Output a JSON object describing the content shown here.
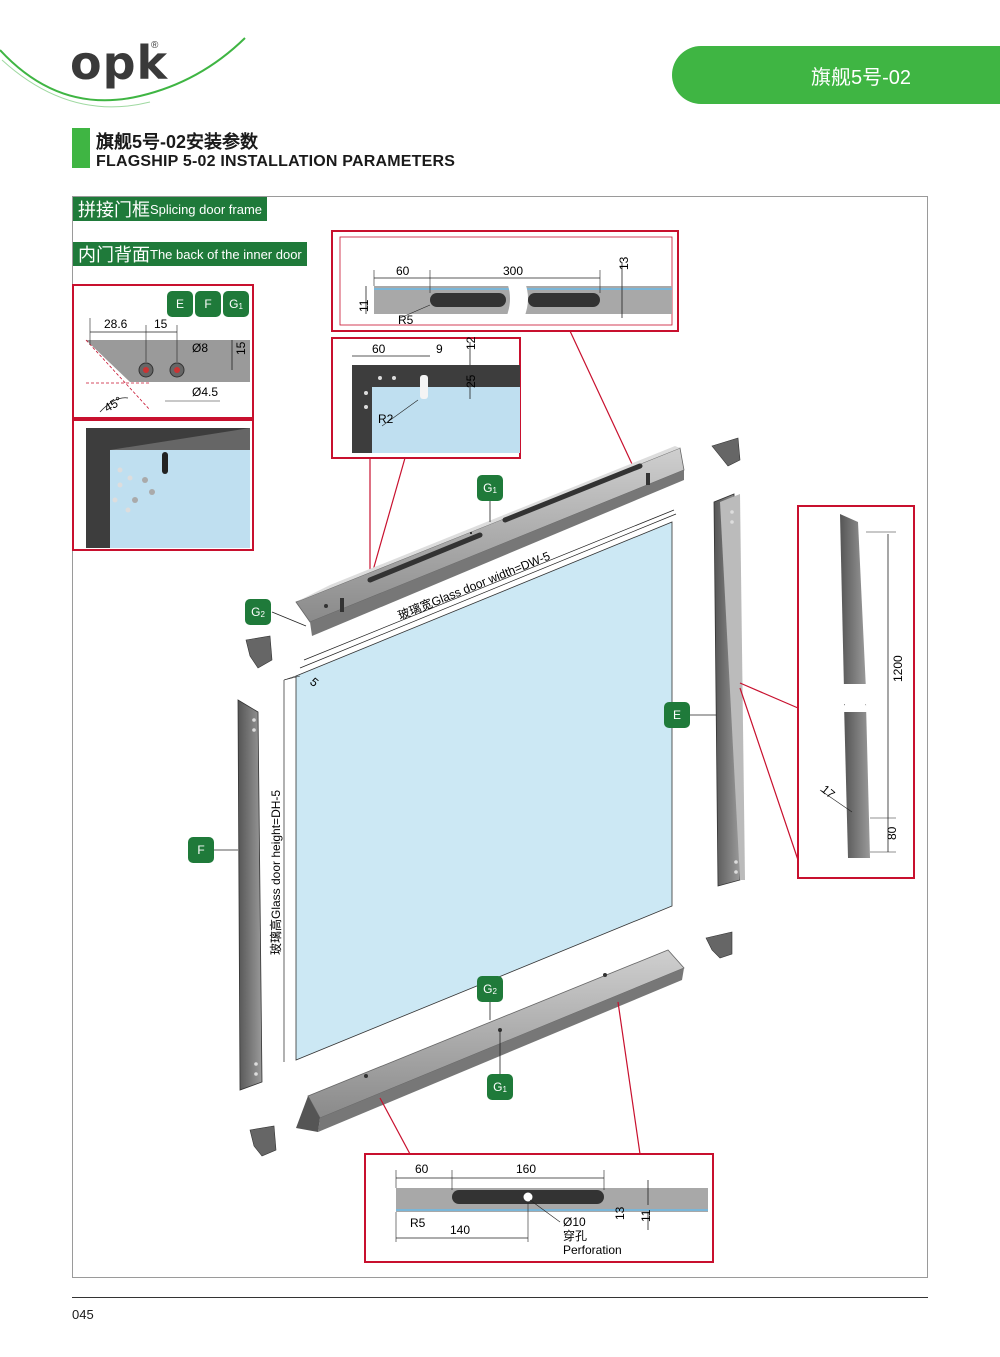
{
  "header": {
    "logo_text": "opk",
    "logo_registered": "®",
    "model_tab": "旗舰5号-02"
  },
  "title": {
    "cn": "旗舰5号-02安装参数",
    "en": "FLAGSHIP 5-02 INSTALLATION PARAMETERS"
  },
  "labels": {
    "splicing_cn": "拼接门框",
    "splicing_en": "Splicing door frame",
    "inner_cn": "内门背面",
    "inner_en": "The back of the inner door"
  },
  "tags": {
    "E": "E",
    "F": "F",
    "G": "G",
    "sub1": "1",
    "sub2": "2"
  },
  "dims": {
    "corner_28_6": "28.6",
    "corner_15_h": "15",
    "corner_15_v": "15",
    "corner_d8": "Ø8",
    "corner_d4_5": "Ø4.5",
    "corner_45": "45°",
    "top_60": "60",
    "top_300": "300",
    "top_13": "13",
    "top_11": "11",
    "top_r5": "R5",
    "mid_60": "60",
    "mid_9": "9",
    "mid_12": "12",
    "mid_25": "25",
    "mid_r2": "R2",
    "right_1200": "1200",
    "right_17": "17",
    "right_80": "80",
    "bot_60": "60",
    "bot_160": "160",
    "bot_r5": "R5",
    "bot_140": "140",
    "bot_d10": "Ø10",
    "bot_perf_cn": "穿孔",
    "bot_perf_en": "Perforation",
    "bot_13": "13",
    "bot_11": "11",
    "glass_5": "5",
    "glass_width": "玻璃宽Glass door width=DW-5",
    "glass_height": "玻璃高Glass door height=DH-5"
  },
  "footer": {
    "page_number": "045"
  }
}
